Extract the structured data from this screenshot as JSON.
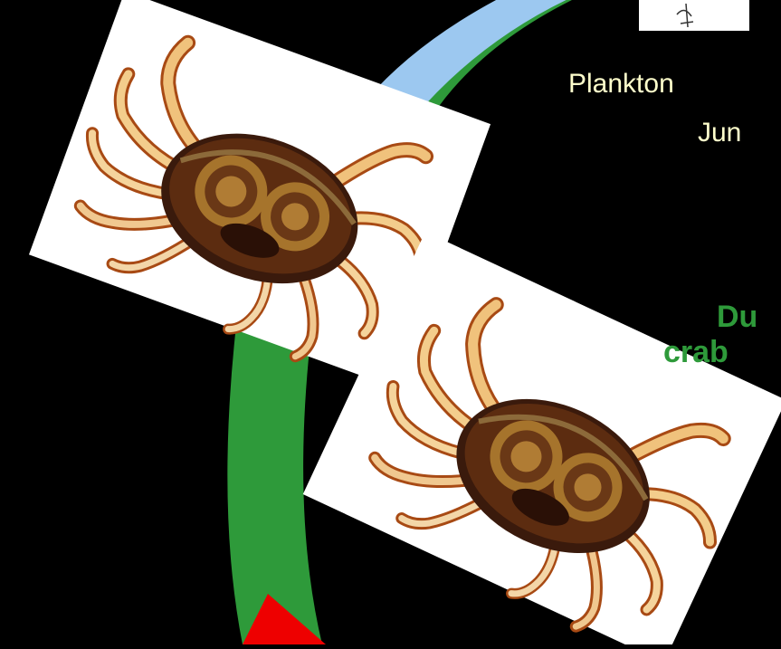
{
  "labels": {
    "plankton": "Plankton",
    "jun": "Jun",
    "du": "Du",
    "crab": "crab"
  },
  "colors": {
    "background": "#000000",
    "cycle_arrow": "#2e9a3a",
    "plankton_arrow": "#9cc8f0",
    "red_arrowhead": "#ee0000",
    "plankton_text": "#ffffcc",
    "crab_text": "#2e9a3a"
  },
  "images": {
    "top_photo": "dungeness-crab-illustration",
    "lower_photo": "dungeness-crab-illustration",
    "corner_photo": "larva-sketch"
  }
}
